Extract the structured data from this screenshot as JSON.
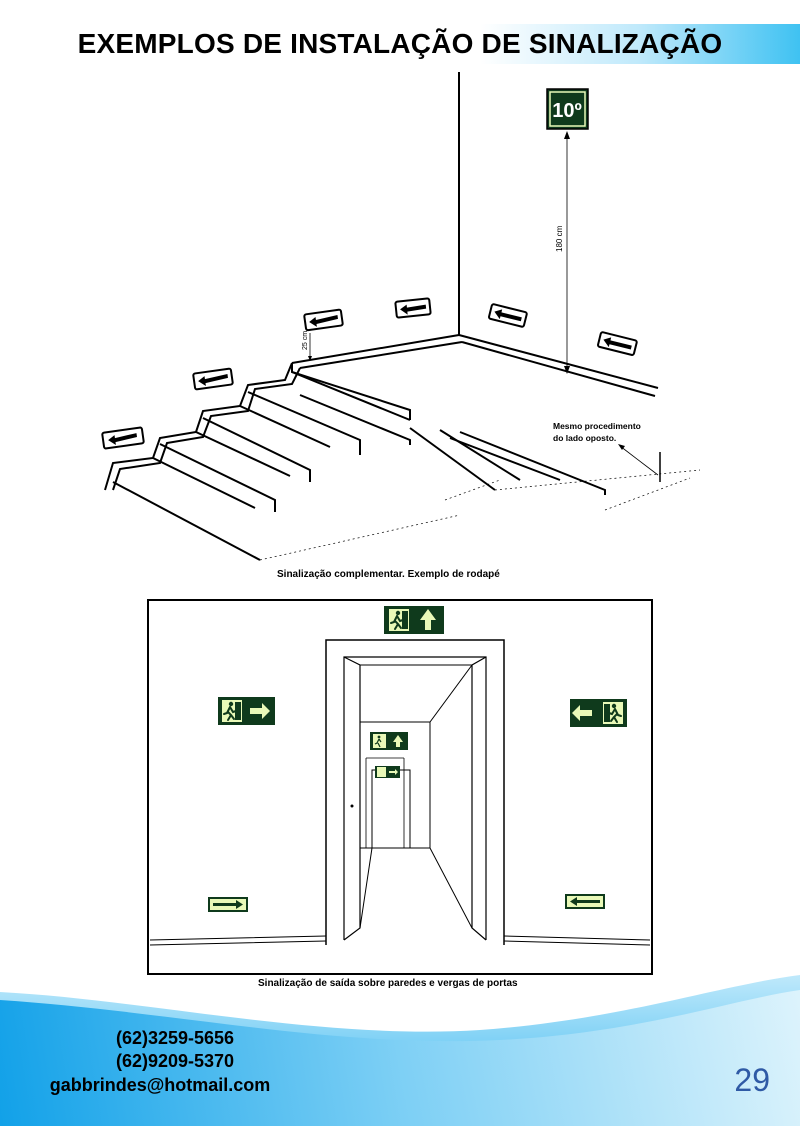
{
  "page": {
    "title": "EXEMPLOS DE INSTALAÇÃO DE SINALIZAÇÃO",
    "page_number": "29"
  },
  "figure1": {
    "floor_sign": "10º",
    "height_label": "180 cm",
    "small_height_label": "25 cm",
    "note_line1": "Mesmo procedimento",
    "note_line2": "do lado oposto.",
    "caption": "Sinalização complementar. Exemplo de rodapé"
  },
  "figure2": {
    "caption": "Sinalização de saída sobre paredes e vergas de portas"
  },
  "contact": {
    "phone1": "(62)3259-5656",
    "phone2": "(62)9209-5370",
    "email": "gabbrindes@hotmail.com"
  },
  "colors": {
    "sign_green": "#0f3a1c",
    "sign_glow": "#e9f9b8",
    "footer_blue": "#1aa6ea",
    "page_number": "#2f5aa5"
  },
  "icons": [
    "running-man-icon",
    "arrow-up-icon",
    "arrow-right-icon",
    "arrow-left-icon"
  ]
}
